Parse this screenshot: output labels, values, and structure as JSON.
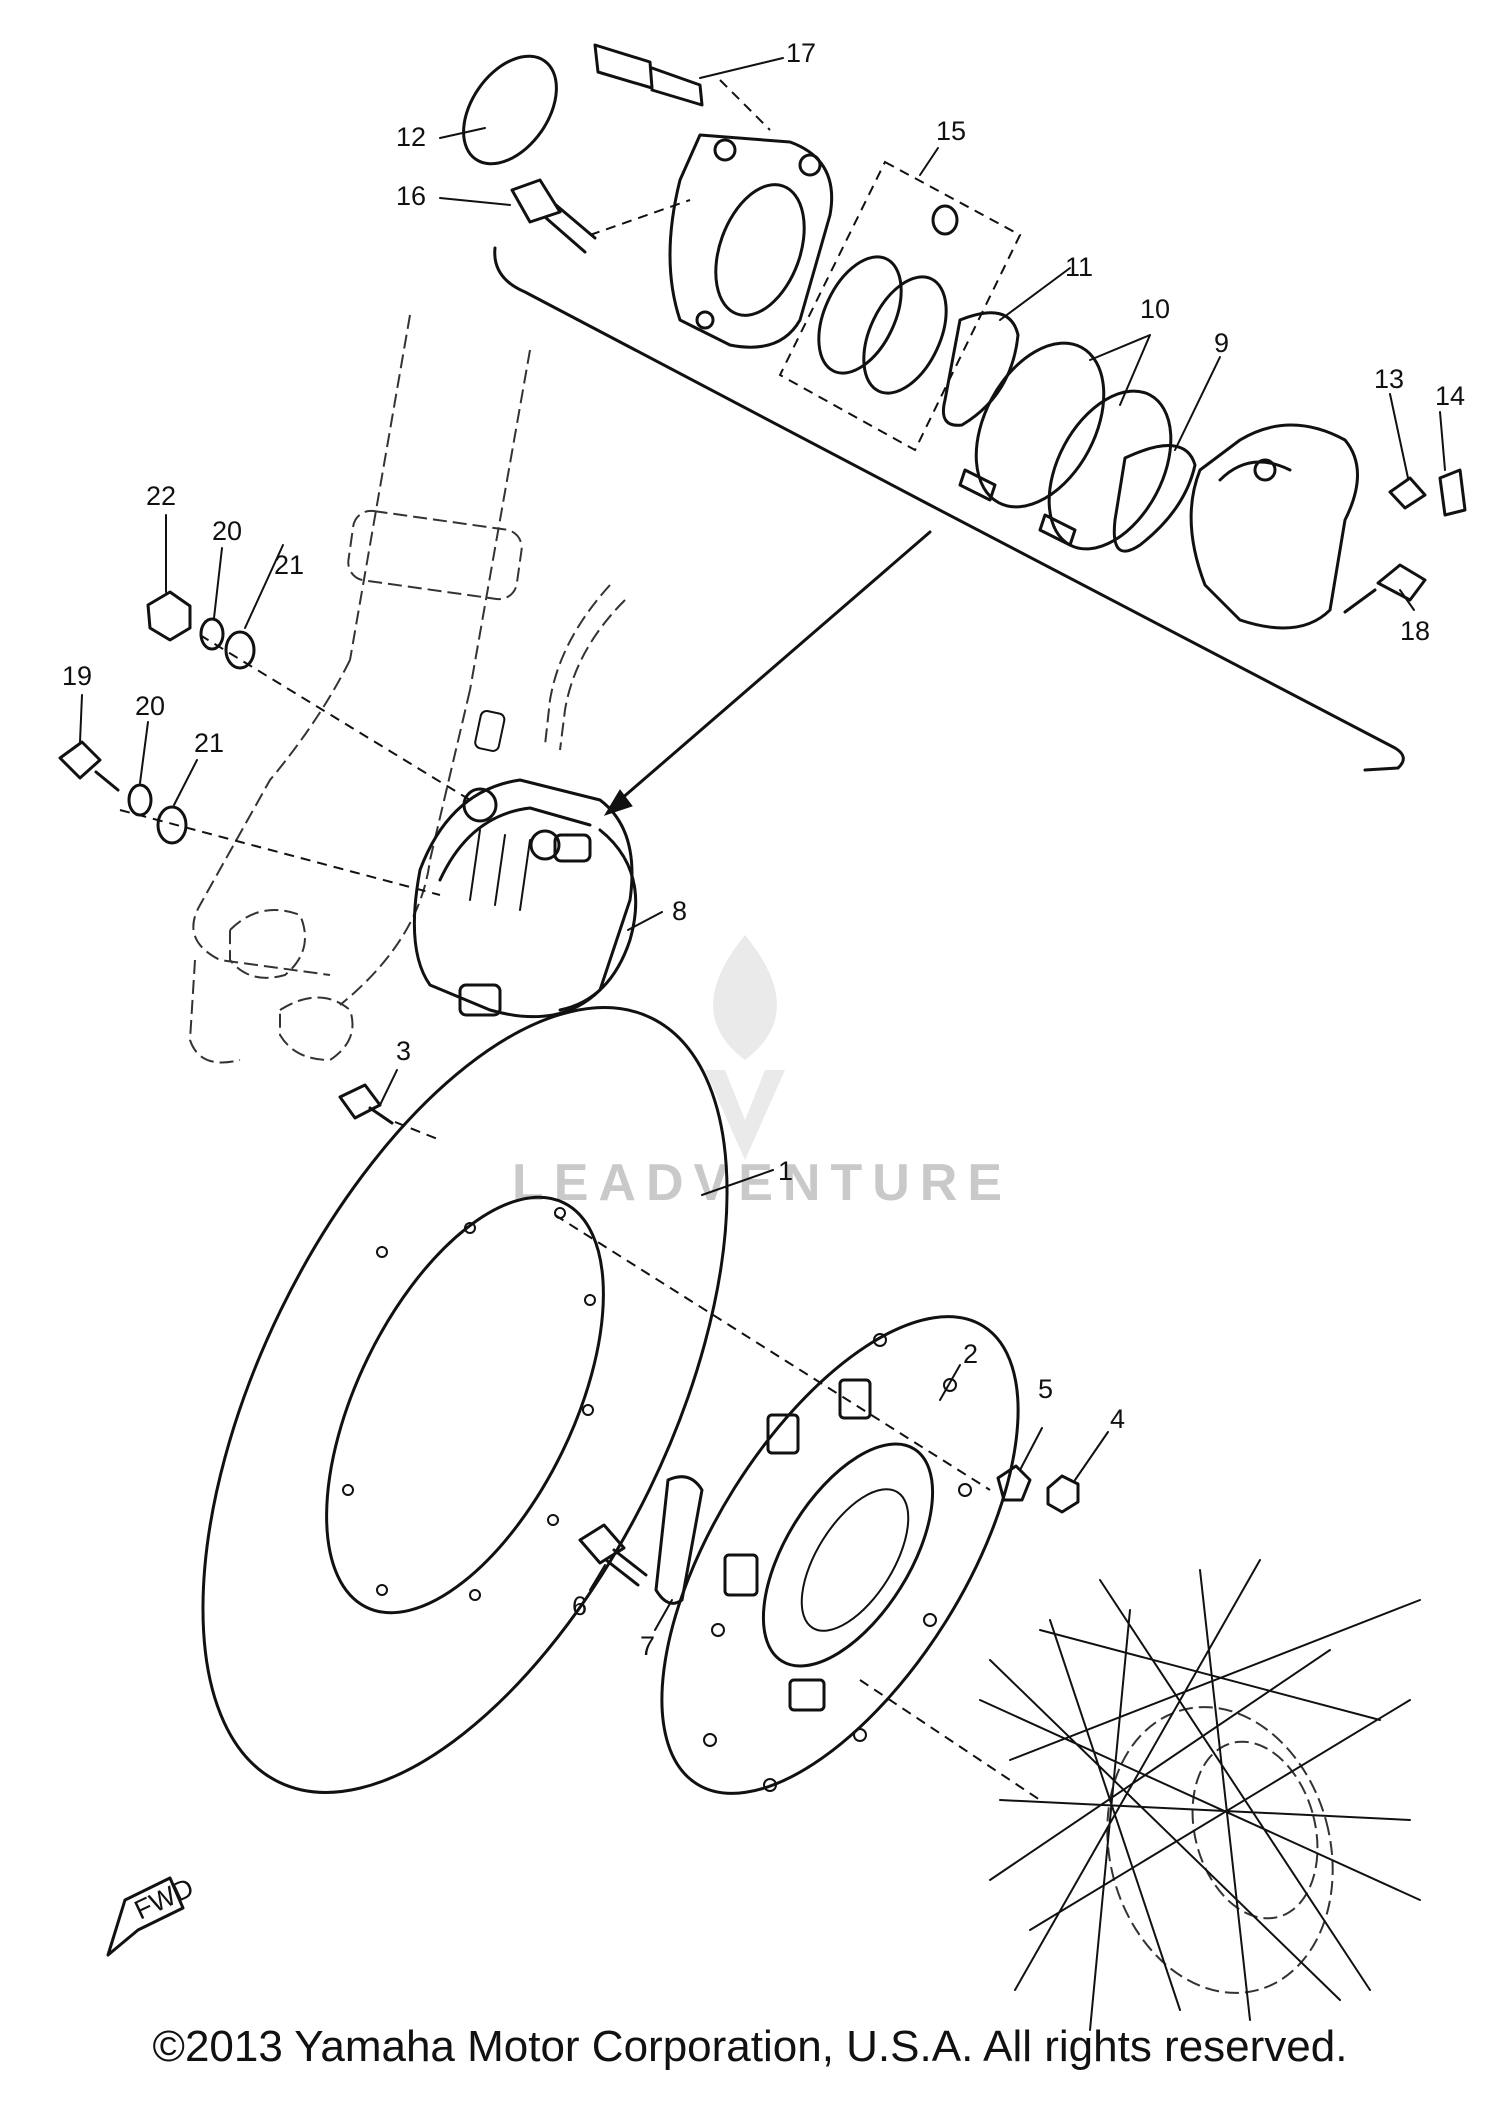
{
  "callouts": [
    "1",
    "2",
    "3",
    "4",
    "5",
    "6",
    "7",
    "8",
    "9",
    "10",
    "11",
    "12",
    "13",
    "14",
    "15",
    "16",
    "17",
    "18",
    "19",
    "20",
    "20",
    "21",
    "21",
    "22"
  ],
  "fwd_label": "FWD",
  "watermark": "LEADVENTURE",
  "copyright": "©2013 Yamaha Motor Corporation, U.S.A. All rights reserved.",
  "colors": {
    "ink": "#111111",
    "watermark": "#c9c9c9",
    "background": "#ffffff"
  }
}
